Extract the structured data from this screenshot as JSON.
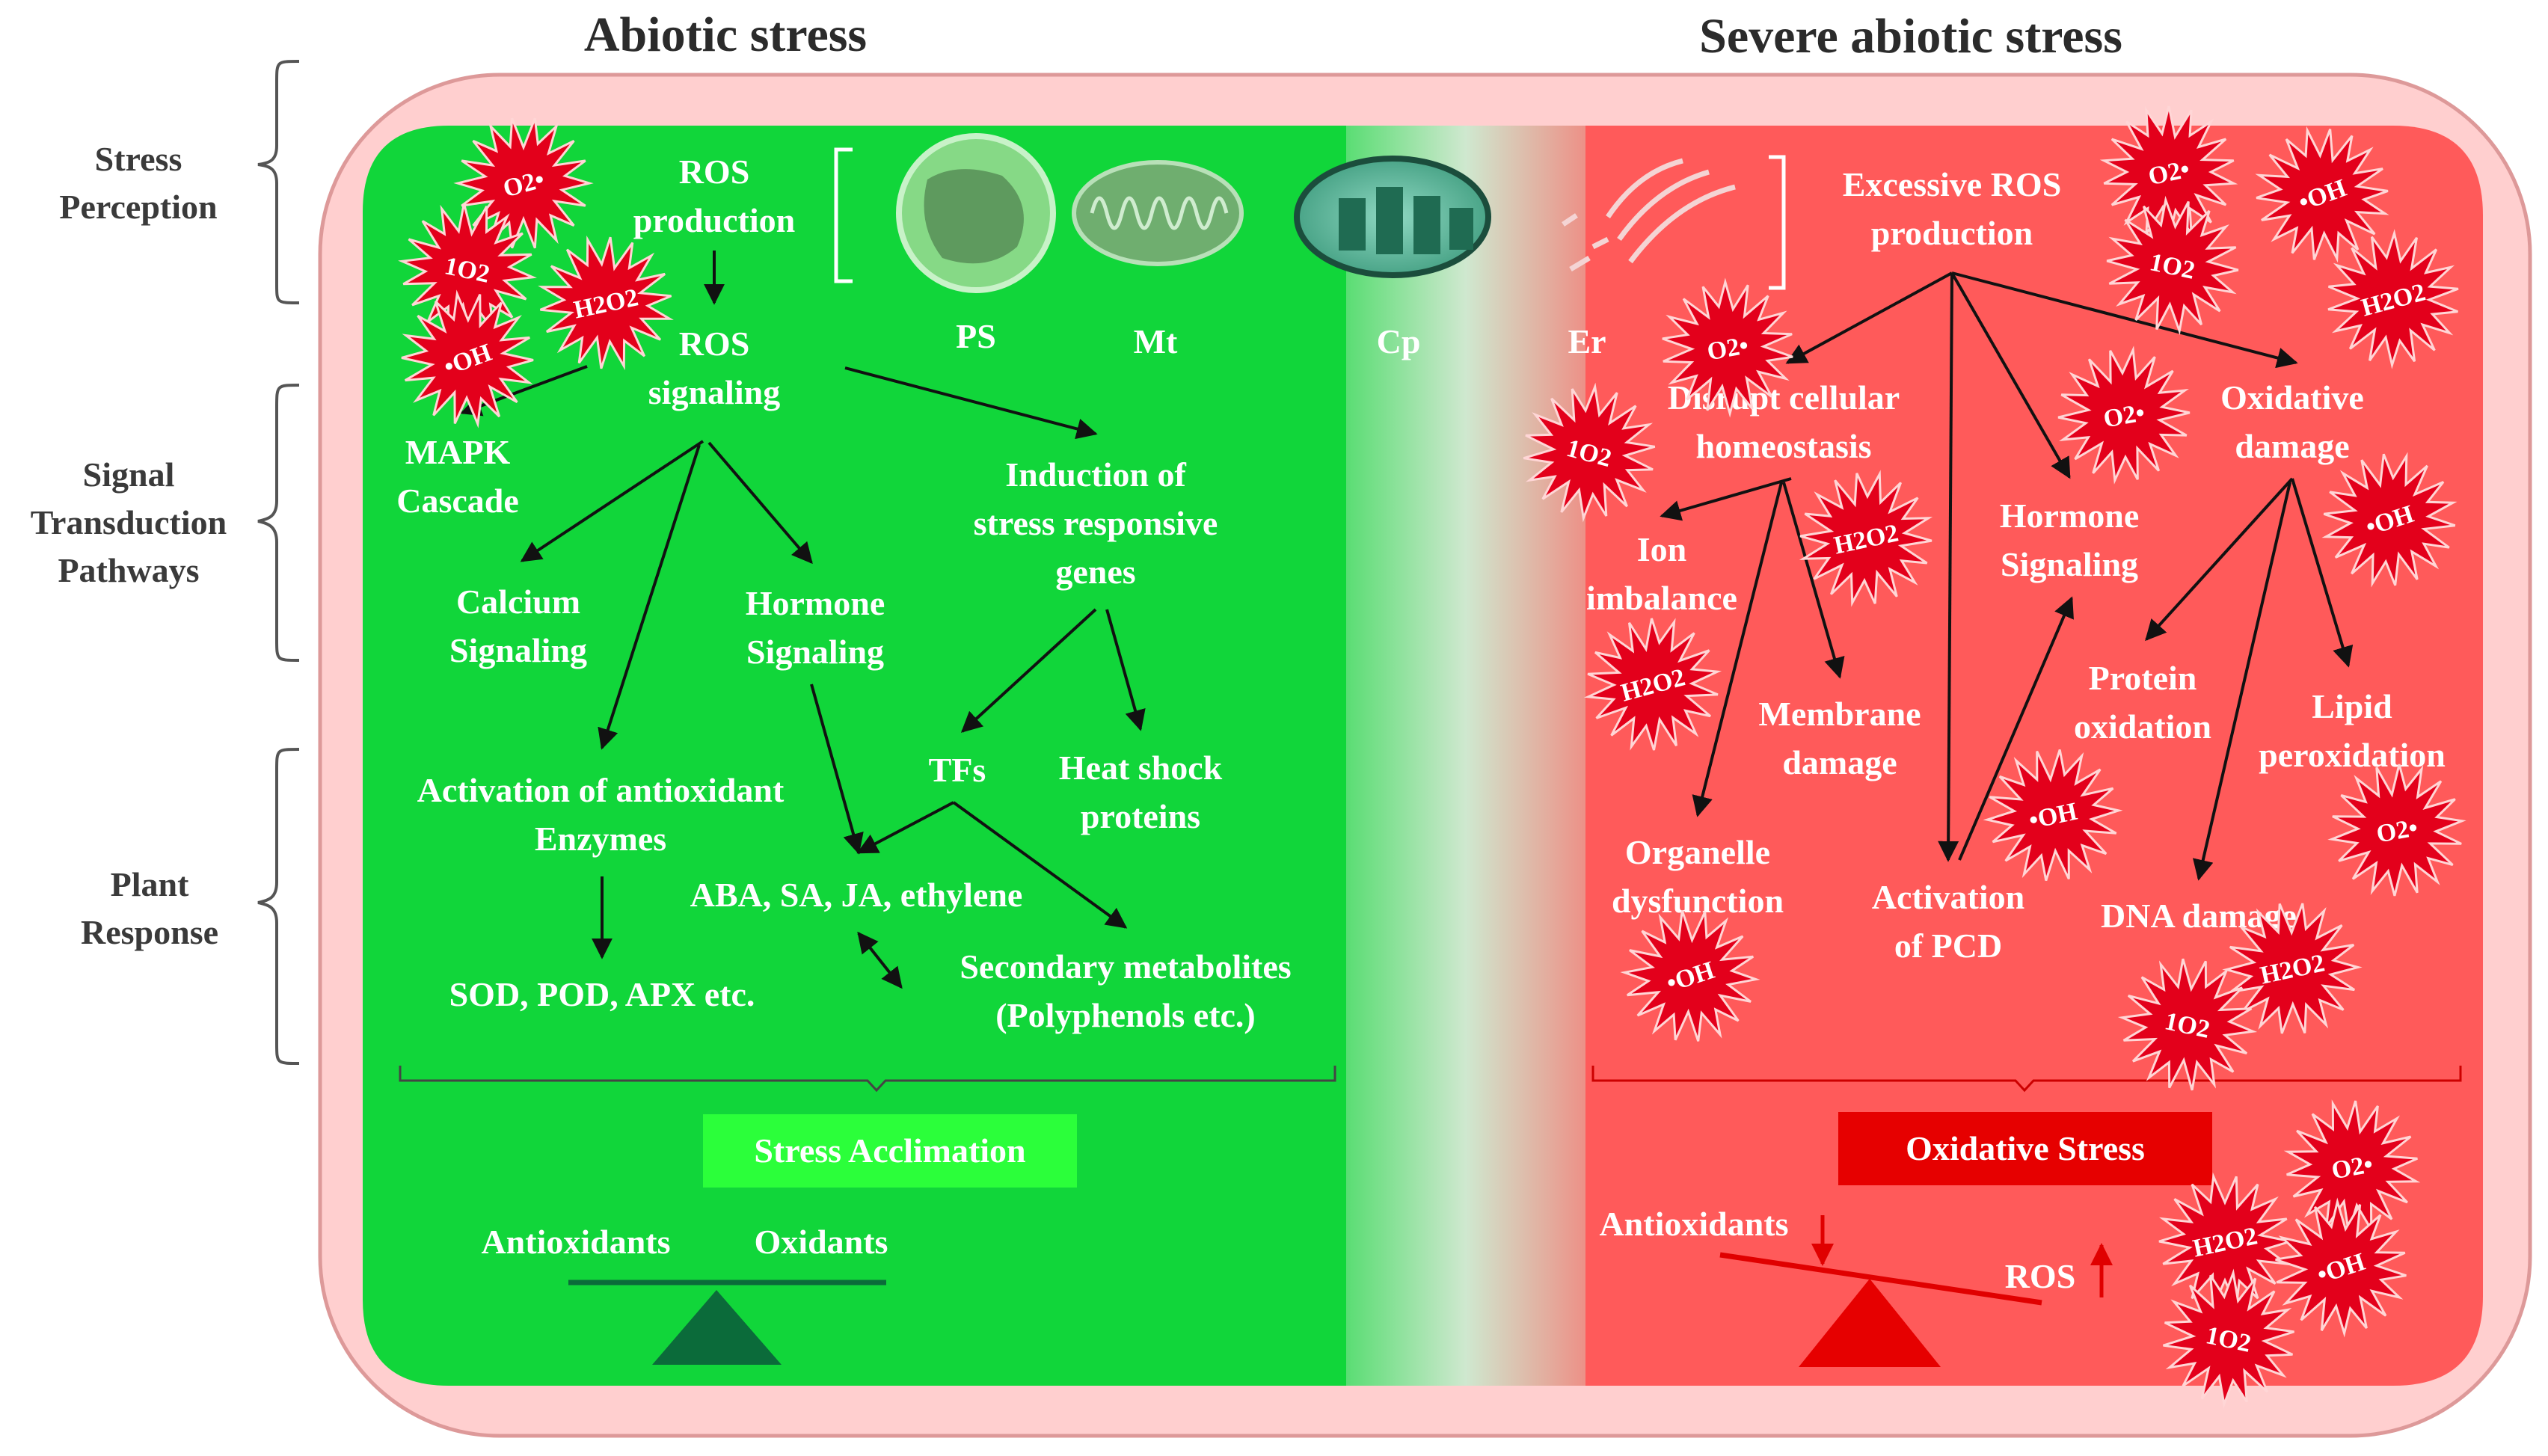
{
  "headers": {
    "left": "Abiotic stress",
    "right": "Severe abiotic stress"
  },
  "side_labels": {
    "perception": [
      "Stress",
      "Perception"
    ],
    "signal": [
      "Signal",
      "Transduction",
      "Pathways"
    ],
    "response": [
      "Plant",
      "Response"
    ]
  },
  "organelles": {
    "ps": "PS",
    "mt": "Mt",
    "cp": "Cp",
    "er": "Er"
  },
  "left": {
    "ros_production": [
      "ROS",
      "production"
    ],
    "ros_signaling": [
      "ROS",
      "signaling"
    ],
    "mapk": [
      "MAPK",
      "Cascade"
    ],
    "calcium": [
      "Calcium",
      "Signaling"
    ],
    "hormone": [
      "Hormone",
      "Signaling"
    ],
    "induction": [
      "Induction of",
      "stress responsive",
      "genes"
    ],
    "antioxidant_activation": [
      "Activation of antioxidant",
      "Enzymes"
    ],
    "tfs": "TFs",
    "hsp": [
      "Heat shock",
      "proteins"
    ],
    "phytohormones": "ABA, SA, JA, ethylene",
    "enzymes": "SOD, POD, APX etc.",
    "secondary": [
      "Secondary metabolites",
      "(Polyphenols etc.)"
    ],
    "outcome": "Stress Acclimation",
    "balance_left": "Antioxidants",
    "balance_right": "Oxidants"
  },
  "right": {
    "excessive": [
      "Excessive ROS",
      "production"
    ],
    "disrupt": [
      "Disrupt cellular",
      "homeostasis"
    ],
    "oxidative_damage": [
      "Oxidative",
      "damage"
    ],
    "ion": [
      "Ion",
      "imbalance"
    ],
    "hormone": [
      "Hormone",
      "Signaling"
    ],
    "membrane": [
      "Membrane",
      "damage"
    ],
    "protein": [
      "Protein",
      "oxidation"
    ],
    "lipid": [
      "Lipid",
      "peroxidation"
    ],
    "organelle": [
      "Organelle",
      "dysfunction"
    ],
    "pcd": [
      "Activation",
      "of PCD"
    ],
    "dna": "DNA damage",
    "outcome": "Oxidative Stress",
    "balance_left": "Antioxidants",
    "balance_right": "ROS"
  },
  "ros_species": {
    "superoxide": "O2•",
    "singlet": "1O2",
    "peroxide": "H2O2",
    "hydroxyl": "•OH"
  },
  "colors": {
    "green_panel": "#11d63a",
    "red_panel": "#ff5a5a",
    "badge": "#e3001b",
    "acclimation_box": "#2bff3a",
    "oxidative_box": "#e60000"
  }
}
